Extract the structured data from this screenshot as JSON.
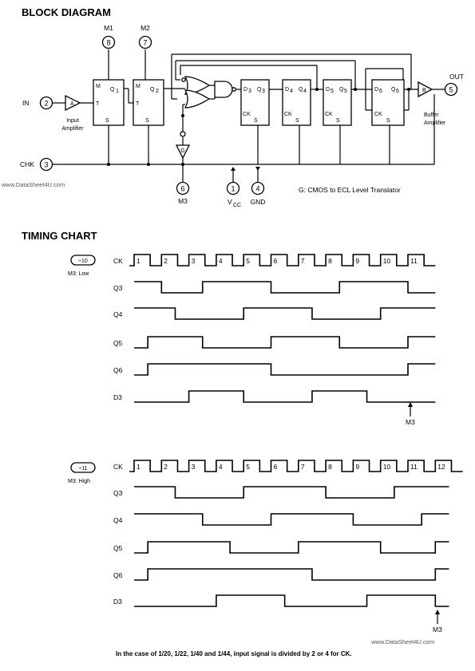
{
  "block_diagram": {
    "title": "BLOCK DIAGRAM",
    "pins": {
      "in": {
        "num": "2",
        "label": "IN"
      },
      "chk": {
        "num": "3",
        "label": "CHK"
      },
      "m1": {
        "num": "8",
        "label": "M1"
      },
      "m2": {
        "num": "7",
        "label": "M2"
      },
      "m3": {
        "num": "6",
        "label": "M3"
      },
      "vcc": {
        "num": "1",
        "label": "V",
        "sub": "CC"
      },
      "gnd": {
        "num": "4",
        "label": "GND"
      },
      "out": {
        "num": "5",
        "label": "OUT"
      }
    },
    "input_amp": {
      "symbol": "A",
      "label1": "Input",
      "label2": "Amplifier"
    },
    "buffer_amp": {
      "symbol": "B",
      "label1": "Buffer",
      "label2": "Amplifier"
    },
    "translator": {
      "symbol": "G",
      "note": "G: CMOS to ECL Level Translator"
    },
    "ff1": {
      "m": "M",
      "q": "Q",
      "qsub": "1",
      "t": "T",
      "s": "S"
    },
    "ff2": {
      "m": "M",
      "q": "Q",
      "qsub": "2",
      "t": "T",
      "s": "S"
    },
    "dff3": {
      "d": "D",
      "dsub": "3",
      "q": "Q",
      "qsub": "3",
      "ck": "CK",
      "s": "S"
    },
    "dff4": {
      "d": "D",
      "dsub": "4",
      "q": "Q",
      "qsub": "4",
      "ck": "CK",
      "s": "S"
    },
    "dff5": {
      "d": "D",
      "dsub": "5",
      "q": "Q",
      "qsub": "5",
      "ck": "CK",
      "s": "S"
    },
    "dff6": {
      "d": "D",
      "dsub": "6",
      "q": "Q",
      "qsub": "6",
      "ck": "CK",
      "s": "S"
    }
  },
  "watermark_left": "www.DataSheet4U.com",
  "watermark_bottom": "www.DataSheet4U.com",
  "timing_chart": {
    "title": "TIMING CHART",
    "chart1": {
      "ratio": "÷10",
      "mode": "M3: Low",
      "clock_label": "CK",
      "clock_numbers": [
        "1",
        "2",
        "3",
        "4",
        "5",
        "6",
        "7",
        "8",
        "9",
        "10",
        "11"
      ],
      "marker": "M3",
      "signals": [
        {
          "name": "Q3",
          "levels": [
            1,
            1,
            0,
            0,
            0,
            1,
            1,
            1,
            1,
            1,
            0,
            0,
            0,
            0,
            0,
            1,
            1,
            1,
            1,
            1,
            0,
            0
          ]
        },
        {
          "name": "Q4",
          "levels": [
            1,
            1,
            1,
            0,
            0,
            0,
            0,
            0,
            1,
            1,
            1,
            1,
            1,
            0,
            0,
            0,
            0,
            0,
            1,
            1,
            1,
            1
          ]
        },
        {
          "name": "Q5",
          "levels": [
            0,
            1,
            1,
            1,
            1,
            0,
            0,
            0,
            0,
            0,
            1,
            1,
            1,
            1,
            1,
            0,
            0,
            0,
            0,
            0,
            1,
            1
          ]
        },
        {
          "name": "Q6",
          "levels": [
            0,
            1,
            1,
            1,
            1,
            1,
            1,
            1,
            1,
            1,
            0,
            0,
            0,
            0,
            0,
            0,
            0,
            0,
            0,
            0,
            1,
            1
          ]
        },
        {
          "name": "D3",
          "levels": [
            0,
            0,
            0,
            0,
            1,
            1,
            1,
            1,
            0,
            0,
            0,
            0,
            0,
            1,
            1,
            1,
            1,
            0,
            0,
            0,
            0,
            0
          ]
        }
      ]
    },
    "chart2": {
      "ratio": "÷11",
      "mode": "M3: High",
      "clock_label": "CK",
      "clock_numbers": [
        "1",
        "2",
        "3",
        "4",
        "5",
        "6",
        "7",
        "8",
        "9",
        "10",
        "11",
        "12"
      ],
      "marker": "M3",
      "signals": [
        {
          "name": "Q3",
          "levels": [
            1,
            1,
            1,
            0,
            0,
            0,
            0,
            0,
            1,
            1,
            1,
            1,
            1,
            1,
            0,
            0,
            0,
            0,
            0,
            1,
            1,
            1,
            1
          ]
        },
        {
          "name": "Q4",
          "levels": [
            1,
            1,
            1,
            1,
            1,
            0,
            0,
            0,
            0,
            0,
            1,
            1,
            1,
            1,
            1,
            1,
            0,
            0,
            0,
            0,
            0,
            1,
            1
          ]
        },
        {
          "name": "Q5",
          "levels": [
            0,
            1,
            1,
            1,
            1,
            1,
            1,
            0,
            0,
            0,
            0,
            0,
            1,
            1,
            1,
            1,
            1,
            1,
            0,
            0,
            0,
            0,
            1
          ]
        },
        {
          "name": "Q6",
          "levels": [
            0,
            1,
            1,
            1,
            1,
            1,
            1,
            1,
            1,
            1,
            1,
            1,
            1,
            0,
            0,
            0,
            0,
            0,
            0,
            0,
            0,
            0,
            1
          ]
        },
        {
          "name": "D3",
          "levels": [
            0,
            0,
            0,
            0,
            0,
            0,
            1,
            1,
            1,
            1,
            1,
            0,
            0,
            0,
            0,
            0,
            0,
            1,
            1,
            1,
            1,
            1,
            0
          ]
        }
      ]
    },
    "footnote": "In the case of 1/20, 1/22, 1/40 and 1/44, input signal is divided by 2 or 4 for CK."
  }
}
